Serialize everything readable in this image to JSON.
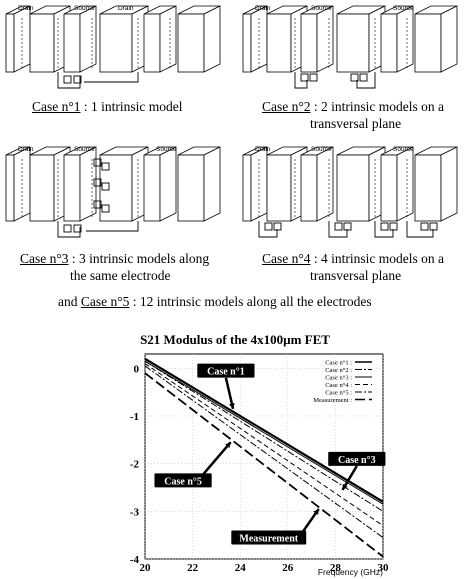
{
  "diagrams": [
    {
      "id": "case1",
      "labels": {
        "drain": "Drain",
        "source": "Source"
      },
      "caption_case": "Case n°1",
      "caption_rest": " : 1 intrinsic model",
      "caption_line2": ""
    },
    {
      "id": "case2",
      "labels": {
        "drain": "Drain",
        "source": "Source"
      },
      "caption_case": "Case n°2",
      "caption_rest": " : 2 intrinsic models on a",
      "caption_line2": "transversal plane"
    },
    {
      "id": "case3",
      "labels": {
        "drain": "Drain",
        "source": "Source"
      },
      "caption_case": "Case n°3",
      "caption_rest": " : 3 intrinsic models along",
      "caption_line2": "the same electrode"
    },
    {
      "id": "case4",
      "labels": {
        "drain": "Drain",
        "source": "Source"
      },
      "caption_case": "Case n°4",
      "caption_rest": " : 4 intrinsic models on a",
      "caption_line2": "transversal plane"
    }
  ],
  "footer_caption": {
    "prefix": "and ",
    "case": "Case n°5",
    "rest": " : 12 intrinsic models along all the electrodes"
  },
  "chart_data": {
    "type": "line",
    "title": "S21 Modulus of the 4x100µm FET",
    "xlabel": "Frequency (GHz)",
    "ylabel": "",
    "xlim": [
      20,
      30
    ],
    "ylim": [
      -4,
      0.3
    ],
    "xticks": [
      20,
      22,
      24,
      26,
      28,
      30
    ],
    "yticks": [
      0,
      -1,
      -2,
      -3,
      -4
    ],
    "grid": true,
    "legend_position": "top-right",
    "series": [
      {
        "name": "Case n°1",
        "style": "solid",
        "width": 2.2,
        "x": [
          20,
          30
        ],
        "y": [
          0.2,
          -2.8
        ]
      },
      {
        "name": "Case n°2",
        "style": "dashdot",
        "width": 1,
        "x": [
          20,
          30
        ],
        "y": [
          0.15,
          -3.0
        ]
      },
      {
        "name": "Case n°3",
        "style": "solid",
        "width": 1,
        "x": [
          20,
          30
        ],
        "y": [
          0.15,
          -2.85
        ]
      },
      {
        "name": "Case n°4",
        "style": "dashed",
        "width": 1,
        "x": [
          20,
          30
        ],
        "y": [
          0.1,
          -3.3
        ]
      },
      {
        "name": "Case n°5",
        "style": "dashdot",
        "width": 1,
        "x": [
          20,
          30
        ],
        "y": [
          0.05,
          -3.55
        ]
      },
      {
        "name": "Measurement",
        "style": "longdash",
        "width": 1.8,
        "x": [
          20,
          30
        ],
        "y": [
          -0.1,
          -3.95
        ]
      }
    ],
    "annotations": [
      {
        "text": "Case n°1",
        "x": 23.4,
        "y": -0.05
      },
      {
        "text": "Case n°3",
        "x": 28.9,
        "y": -1.9
      },
      {
        "text": "Case n°5",
        "x": 21.6,
        "y": -2.35
      },
      {
        "text": "Measurement",
        "x": 25.2,
        "y": -3.55
      }
    ]
  }
}
